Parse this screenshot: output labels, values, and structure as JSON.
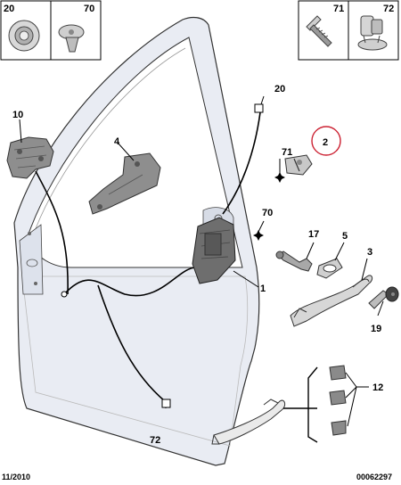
{
  "parts": {
    "p20_box": "20",
    "p70_box": "70",
    "p71_box": "71",
    "p72_box": "72",
    "p20": "20",
    "p10": "10",
    "p4": "4",
    "p2": "2",
    "p71": "71",
    "p70": "70",
    "p17": "17",
    "p5": "5",
    "p3": "3",
    "p1": "1",
    "p19": "19",
    "p12": "12",
    "p72": "72"
  },
  "footer": {
    "date": "11/2010",
    "ref": "00062297"
  },
  "colors": {
    "door_fill": "#e9ecf3",
    "line": "#000000",
    "highlight": "#cc2233",
    "part_fill": "#9a9a9a"
  }
}
